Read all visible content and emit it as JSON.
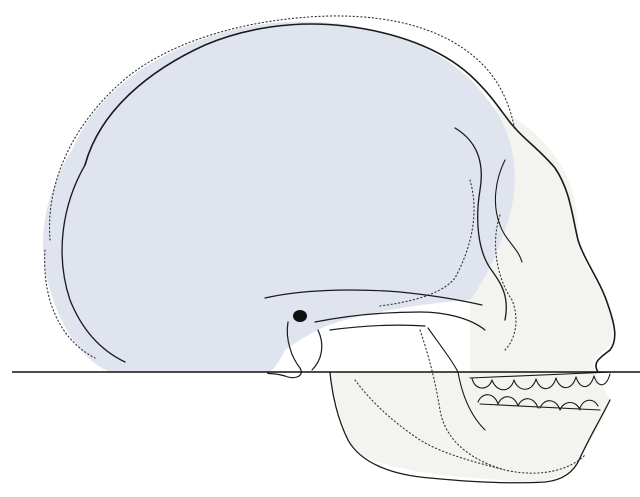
{
  "figure": {
    "overlay_fill": "#dfe4ee",
    "bone_fill": "#f3f3ef",
    "ink_color": "#1a1a1a",
    "components": [
      "cranial-vault-overlay",
      "skull-outline",
      "mandible",
      "upper-teeth",
      "lower-teeth",
      "orbit",
      "zygomatic-arch",
      "external-ear-canal",
      "mastoid-process",
      "frankfurt-horizontal-line",
      "comparison-dotted-outline"
    ]
  }
}
